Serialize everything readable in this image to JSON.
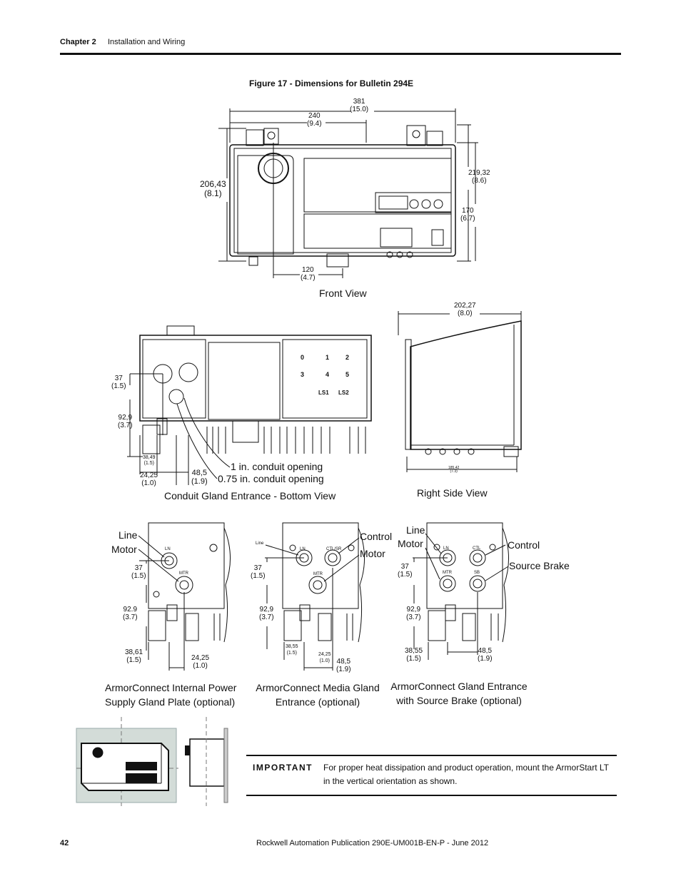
{
  "header": {
    "chapter": "Chapter 2",
    "section": "Installation and Wiring"
  },
  "figure": {
    "title": "Figure 17 - Dimensions for Bulletin 294E"
  },
  "front_view": {
    "caption": "Front View",
    "width_total": "381",
    "width_total_in": "(15.0)",
    "width_240": "240",
    "width_240_in": "(9.4)",
    "height_206": "206,43",
    "height_206_in": "(8.1)",
    "height_219": "219,32",
    "height_219_in": "(8.6)",
    "height_170": "170",
    "height_170_in": "(6.7)",
    "width_120": "120",
    "width_120_in": "(4.7)"
  },
  "bottom_view": {
    "caption": "Conduit Gland Entrance - Bottom View",
    "d37": "37",
    "d37_in": "(1.5)",
    "d92": "92,9",
    "d92_in": "(3.7)",
    "d38": "38,49",
    "d38_in": "(1.5)",
    "d24": "24,25",
    "d24_in": "(1.0)",
    "d48": "48,5",
    "d48_in": "(1.9)",
    "label_1in": "1 in. conduit opening",
    "label_075": "0.75 in. conduit opening",
    "connectors": [
      "0",
      "1",
      "2",
      "3",
      "4",
      "5",
      "LS1",
      "LS2"
    ]
  },
  "side_view": {
    "caption": "Right Side View",
    "depth": "202,27",
    "depth_in": "(8.0)",
    "small_dim": "185,42",
    "small_dim_in": "(7.3)"
  },
  "gland1": {
    "caption": "ArmorConnect Internal Power Supply Gland Plate (optional)",
    "line": "Line",
    "motor": "Motor",
    "d37": "37",
    "d37_in": "(1.5)",
    "d92": "92.9",
    "d92_in": "(3.7)",
    "d38": "38,61",
    "d38_in": "(1.5)",
    "d24": "24,25",
    "d24_in": "(1.0)",
    "conn_top": "LN",
    "conn_bottom": "MTR"
  },
  "gland2": {
    "caption": "ArmorConnect Media Gland Entrance (optional)",
    "line": "Line",
    "control": "Control",
    "motor": "Motor",
    "d37": "37",
    "d37_in": "(1.5)",
    "d92": "92,9",
    "d92_in": "(3.7)",
    "d38": "38,55",
    "d38_in": "(1.5)",
    "d24": "24,25",
    "d24_in": "(1.0)",
    "d48": "48,5",
    "d48_in": "(1.9)",
    "conn_a": "LN",
    "conn_b": "CTL/SR",
    "conn_c": "MTR"
  },
  "gland3": {
    "caption": "ArmorConnect Gland Entrance with Source Brake (optional)",
    "line": "Line",
    "motor": "Motor",
    "control": "Control",
    "source_brake": "Source Brake",
    "d37": "37",
    "d37_in": "(1.5)",
    "d92": "92,9",
    "d92_in": "(3.7)",
    "d38": "38,55",
    "d38_in": "(1.5)",
    "d48": "48,5",
    "d48_in": "(1.9)",
    "conn_a": "LN",
    "conn_b": "CTL",
    "conn_c": "MTR",
    "conn_d": "SB"
  },
  "important": {
    "word": "IMPORTANT",
    "text": "For proper heat dissipation and product operation, mount the ArmorStart LT in the vertical orientation as shown."
  },
  "footer": {
    "page": "42",
    "publication": "Rockwell Automation Publication 290E-UM001B-EN-P - June 2012"
  }
}
